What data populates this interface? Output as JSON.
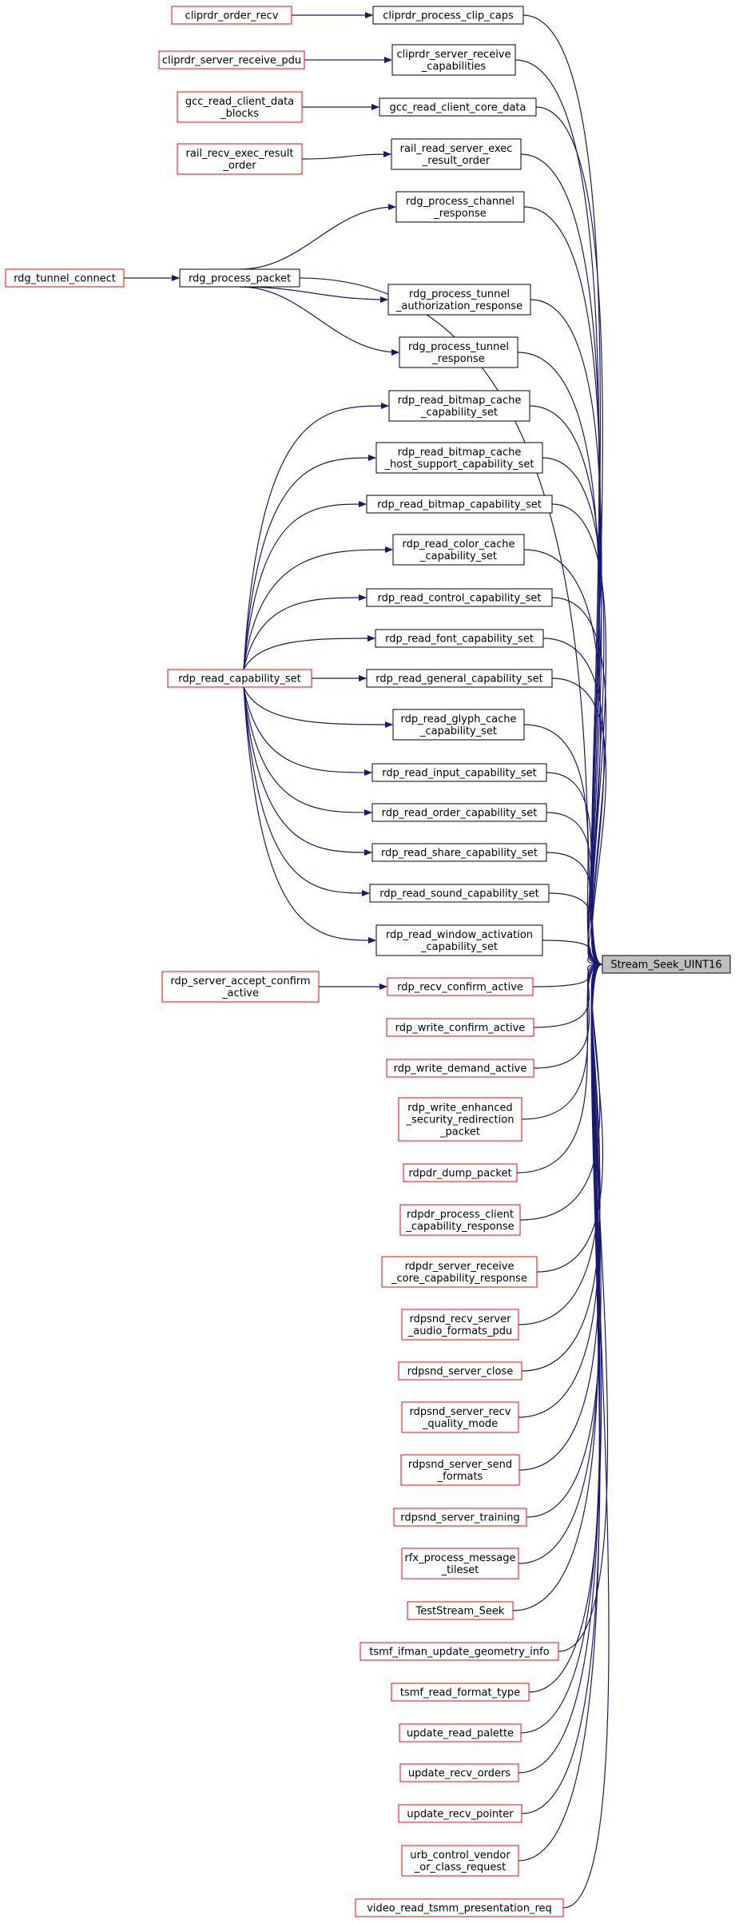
{
  "target": {
    "id": "target",
    "label": [
      "Stream_Seek_UINT16"
    ]
  },
  "colors": {
    "edge": "#191970",
    "documented_border": "#000000",
    "undocumented_border": "#ff0000",
    "target_fill": "#bfbfbf"
  },
  "nodes": [
    {
      "id": "cliprdr_order_recv",
      "label": [
        "cliprdr_order_recv"
      ],
      "red": true
    },
    {
      "id": "cliprdr_process_clip_caps",
      "label": [
        "cliprdr_process_clip_caps"
      ],
      "red": false
    },
    {
      "id": "cliprdr_server_receive_pdu",
      "label": [
        "cliprdr_server_receive_pdu"
      ],
      "red": true
    },
    {
      "id": "cliprdr_server_receive_capabilities",
      "label": [
        "cliprdr_server_receive",
        "_capabilities"
      ],
      "red": false
    },
    {
      "id": "gcc_read_client_data_blocks",
      "label": [
        "gcc_read_client_data",
        "_blocks"
      ],
      "red": true
    },
    {
      "id": "gcc_read_client_core_data",
      "label": [
        "gcc_read_client_core_data"
      ],
      "red": false
    },
    {
      "id": "rail_recv_exec_result_order",
      "label": [
        "rail_recv_exec_result",
        "_order"
      ],
      "red": true
    },
    {
      "id": "rail_read_server_exec_result_order",
      "label": [
        "rail_read_server_exec",
        "_result_order"
      ],
      "red": false
    },
    {
      "id": "rdg_process_channel_response",
      "label": [
        "rdg_process_channel",
        "_response"
      ],
      "red": false
    },
    {
      "id": "rdg_tunnel_connect",
      "label": [
        "rdg_tunnel_connect"
      ],
      "red": true
    },
    {
      "id": "rdg_process_packet",
      "label": [
        "rdg_process_packet"
      ],
      "red": false
    },
    {
      "id": "rdg_process_tunnel_authorization_response",
      "label": [
        "rdg_process_tunnel",
        "_authorization_response"
      ],
      "red": false
    },
    {
      "id": "rdg_process_tunnel_response",
      "label": [
        "rdg_process_tunnel",
        "_response"
      ],
      "red": false
    },
    {
      "id": "rdp_read_bitmap_cache_capability_set",
      "label": [
        "rdp_read_bitmap_cache",
        "_capability_set"
      ],
      "red": false
    },
    {
      "id": "rdp_read_bitmap_cache_host_support_capability_set",
      "label": [
        "rdp_read_bitmap_cache",
        "_host_support_capability_set"
      ],
      "red": false
    },
    {
      "id": "rdp_read_bitmap_capability_set",
      "label": [
        "rdp_read_bitmap_capability_set"
      ],
      "red": false
    },
    {
      "id": "rdp_read_color_cache_capability_set",
      "label": [
        "rdp_read_color_cache",
        "_capability_set"
      ],
      "red": false
    },
    {
      "id": "rdp_read_control_capability_set",
      "label": [
        "rdp_read_control_capability_set"
      ],
      "red": false
    },
    {
      "id": "rdp_read_font_capability_set",
      "label": [
        "rdp_read_font_capability_set"
      ],
      "red": false
    },
    {
      "id": "rdp_read_capability_set",
      "label": [
        "rdp_read_capability_set"
      ],
      "red": true
    },
    {
      "id": "rdp_read_general_capability_set",
      "label": [
        "rdp_read_general_capability_set"
      ],
      "red": false
    },
    {
      "id": "rdp_read_glyph_cache_capability_set",
      "label": [
        "rdp_read_glyph_cache",
        "_capability_set"
      ],
      "red": false
    },
    {
      "id": "rdp_read_input_capability_set",
      "label": [
        "rdp_read_input_capability_set"
      ],
      "red": false
    },
    {
      "id": "rdp_read_order_capability_set",
      "label": [
        "rdp_read_order_capability_set"
      ],
      "red": false
    },
    {
      "id": "rdp_read_share_capability_set",
      "label": [
        "rdp_read_share_capability_set"
      ],
      "red": false
    },
    {
      "id": "rdp_read_sound_capability_set",
      "label": [
        "rdp_read_sound_capability_set"
      ],
      "red": false
    },
    {
      "id": "rdp_read_window_activation_capability_set",
      "label": [
        "rdp_read_window_activation",
        "_capability_set"
      ],
      "red": false
    },
    {
      "id": "rdp_server_accept_confirm_active",
      "label": [
        "rdp_server_accept_confirm",
        "_active"
      ],
      "red": true
    },
    {
      "id": "rdp_recv_confirm_active",
      "label": [
        "rdp_recv_confirm_active"
      ],
      "red": true
    },
    {
      "id": "rdp_write_confirm_active",
      "label": [
        "rdp_write_confirm_active"
      ],
      "red": true
    },
    {
      "id": "rdp_write_demand_active",
      "label": [
        "rdp_write_demand_active"
      ],
      "red": true
    },
    {
      "id": "rdp_write_enhanced_security_redirection_packet",
      "label": [
        "rdp_write_enhanced",
        "_security_redirection",
        "_packet"
      ],
      "red": true
    },
    {
      "id": "rdpdr_dump_packet",
      "label": [
        "rdpdr_dump_packet"
      ],
      "red": true
    },
    {
      "id": "rdpdr_process_client_capability_response",
      "label": [
        "rdpdr_process_client",
        "_capability_response"
      ],
      "red": true
    },
    {
      "id": "rdpdr_server_receive_core_capability_response",
      "label": [
        "rdpdr_server_receive",
        "_core_capability_response"
      ],
      "red": true
    },
    {
      "id": "rdpsnd_recv_server_audio_formats_pdu",
      "label": [
        "rdpsnd_recv_server",
        "_audio_formats_pdu"
      ],
      "red": true
    },
    {
      "id": "rdpsnd_server_close",
      "label": [
        "rdpsnd_server_close"
      ],
      "red": true
    },
    {
      "id": "rdpsnd_server_recv_quality_mode",
      "label": [
        "rdpsnd_server_recv",
        "_quality_mode"
      ],
      "red": true
    },
    {
      "id": "rdpsnd_server_send_formats",
      "label": [
        "rdpsnd_server_send",
        "_formats"
      ],
      "red": true
    },
    {
      "id": "rdpsnd_server_training",
      "label": [
        "rdpsnd_server_training"
      ],
      "red": true
    },
    {
      "id": "rfx_process_message_tileset",
      "label": [
        "rfx_process_message",
        "_tileset"
      ],
      "red": true
    },
    {
      "id": "TestStream_Seek",
      "label": [
        "TestStream_Seek"
      ],
      "red": true
    },
    {
      "id": "tsmf_ifman_update_geometry_info",
      "label": [
        "tsmf_ifman_update_geometry_info"
      ],
      "red": true
    },
    {
      "id": "tsmf_read_format_type",
      "label": [
        "tsmf_read_format_type"
      ],
      "red": true
    },
    {
      "id": "update_read_palette",
      "label": [
        "update_read_palette"
      ],
      "red": true
    },
    {
      "id": "update_recv_orders",
      "label": [
        "update_recv_orders"
      ],
      "red": true
    },
    {
      "id": "update_recv_pointer",
      "label": [
        "update_recv_pointer"
      ],
      "red": true
    },
    {
      "id": "urb_control_vendor_or_class_request",
      "label": [
        "urb_control_vendor",
        "_or_class_request"
      ],
      "red": true
    },
    {
      "id": "video_read_tsmm_presentation_req",
      "label": [
        "video_read_tsmm_presentation_req"
      ],
      "red": true
    }
  ],
  "edges": [
    [
      "cliprdr_order_recv",
      "cliprdr_process_clip_caps"
    ],
    [
      "cliprdr_server_receive_pdu",
      "cliprdr_server_receive_capabilities"
    ],
    [
      "gcc_read_client_data_blocks",
      "gcc_read_client_core_data"
    ],
    [
      "rail_recv_exec_result_order",
      "rail_read_server_exec_result_order"
    ],
    [
      "rdg_tunnel_connect",
      "rdg_process_packet"
    ],
    [
      "rdg_process_packet",
      "rdg_process_channel_response"
    ],
    [
      "rdg_process_packet",
      "rdg_process_tunnel_authorization_response"
    ],
    [
      "rdg_process_packet",
      "rdg_process_tunnel_response"
    ],
    [
      "rdg_process_packet",
      "target"
    ],
    [
      "rdp_read_capability_set",
      "rdp_read_bitmap_cache_capability_set"
    ],
    [
      "rdp_read_capability_set",
      "rdp_read_bitmap_cache_host_support_capability_set"
    ],
    [
      "rdp_read_capability_set",
      "rdp_read_bitmap_capability_set"
    ],
    [
      "rdp_read_capability_set",
      "rdp_read_color_cache_capability_set"
    ],
    [
      "rdp_read_capability_set",
      "rdp_read_control_capability_set"
    ],
    [
      "rdp_read_capability_set",
      "rdp_read_font_capability_set"
    ],
    [
      "rdp_read_capability_set",
      "rdp_read_general_capability_set"
    ],
    [
      "rdp_read_capability_set",
      "rdp_read_glyph_cache_capability_set"
    ],
    [
      "rdp_read_capability_set",
      "rdp_read_input_capability_set"
    ],
    [
      "rdp_read_capability_set",
      "rdp_read_order_capability_set"
    ],
    [
      "rdp_read_capability_set",
      "rdp_read_share_capability_set"
    ],
    [
      "rdp_read_capability_set",
      "rdp_read_sound_capability_set"
    ],
    [
      "rdp_read_capability_set",
      "rdp_read_window_activation_capability_set"
    ],
    [
      "rdp_server_accept_confirm_active",
      "rdp_recv_confirm_active"
    ],
    [
      "cliprdr_process_clip_caps",
      "target"
    ],
    [
      "cliprdr_server_receive_capabilities",
      "target"
    ],
    [
      "gcc_read_client_core_data",
      "target"
    ],
    [
      "rail_read_server_exec_result_order",
      "target"
    ],
    [
      "rdg_process_channel_response",
      "target"
    ],
    [
      "rdg_process_tunnel_authorization_response",
      "target"
    ],
    [
      "rdg_process_tunnel_response",
      "target"
    ],
    [
      "rdp_read_bitmap_cache_capability_set",
      "target"
    ],
    [
      "rdp_read_bitmap_cache_host_support_capability_set",
      "target"
    ],
    [
      "rdp_read_bitmap_capability_set",
      "target"
    ],
    [
      "rdp_read_color_cache_capability_set",
      "target"
    ],
    [
      "rdp_read_control_capability_set",
      "target"
    ],
    [
      "rdp_read_font_capability_set",
      "target"
    ],
    [
      "rdp_read_general_capability_set",
      "target"
    ],
    [
      "rdp_read_glyph_cache_capability_set",
      "target"
    ],
    [
      "rdp_read_input_capability_set",
      "target"
    ],
    [
      "rdp_read_order_capability_set",
      "target"
    ],
    [
      "rdp_read_share_capability_set",
      "target"
    ],
    [
      "rdp_read_sound_capability_set",
      "target"
    ],
    [
      "rdp_read_window_activation_capability_set",
      "target"
    ],
    [
      "rdp_recv_confirm_active",
      "target"
    ],
    [
      "rdp_write_confirm_active",
      "target"
    ],
    [
      "rdp_write_demand_active",
      "target"
    ],
    [
      "rdp_write_enhanced_security_redirection_packet",
      "target"
    ],
    [
      "rdpdr_dump_packet",
      "target"
    ],
    [
      "rdpdr_process_client_capability_response",
      "target"
    ],
    [
      "rdpdr_server_receive_core_capability_response",
      "target"
    ],
    [
      "rdpsnd_recv_server_audio_formats_pdu",
      "target"
    ],
    [
      "rdpsnd_server_close",
      "target"
    ],
    [
      "rdpsnd_server_recv_quality_mode",
      "target"
    ],
    [
      "rdpsnd_server_send_formats",
      "target"
    ],
    [
      "rdpsnd_server_training",
      "target"
    ],
    [
      "rfx_process_message_tileset",
      "target"
    ],
    [
      "TestStream_Seek",
      "target"
    ],
    [
      "tsmf_ifman_update_geometry_info",
      "target"
    ],
    [
      "tsmf_read_format_type",
      "target"
    ],
    [
      "update_read_palette",
      "target"
    ],
    [
      "update_recv_orders",
      "target"
    ],
    [
      "update_recv_pointer",
      "target"
    ],
    [
      "urb_control_vendor_or_class_request",
      "target"
    ],
    [
      "video_read_tsmm_presentation_req",
      "target"
    ]
  ]
}
